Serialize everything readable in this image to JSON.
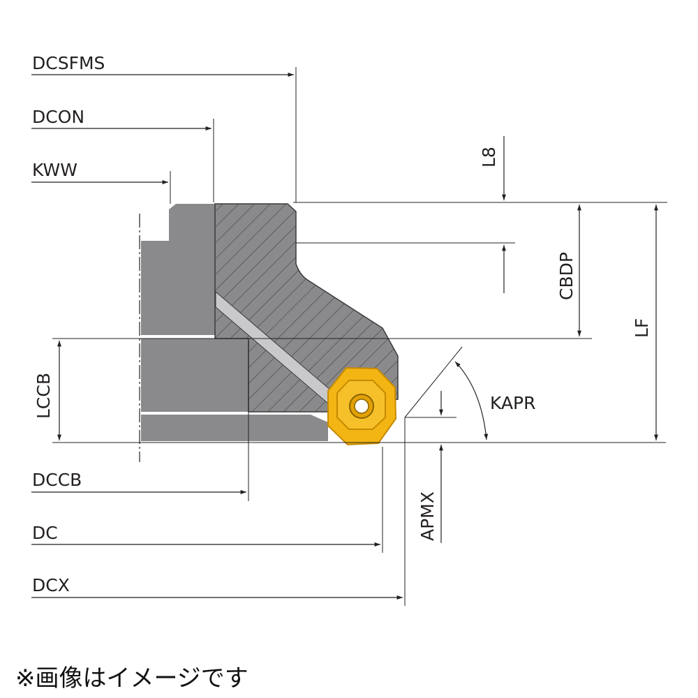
{
  "labels": {
    "dcsfms": "DCSFMS",
    "dcon": "DCON",
    "kww": "KWW",
    "lccb": "LCCB",
    "dccb": "DCCB",
    "dc": "DC",
    "dcx": "DCX",
    "l8": "L8",
    "cbdp": "CBDP",
    "lf": "LF",
    "kapr": "KAPR",
    "apmx": "APMX"
  },
  "note": "※画像はイメージです",
  "colors": {
    "body": "#8a8a8c",
    "body_light": "#a3a3a5",
    "insert": "#f3b513",
    "insert_dark": "#c58a00",
    "line": "#231f20"
  }
}
